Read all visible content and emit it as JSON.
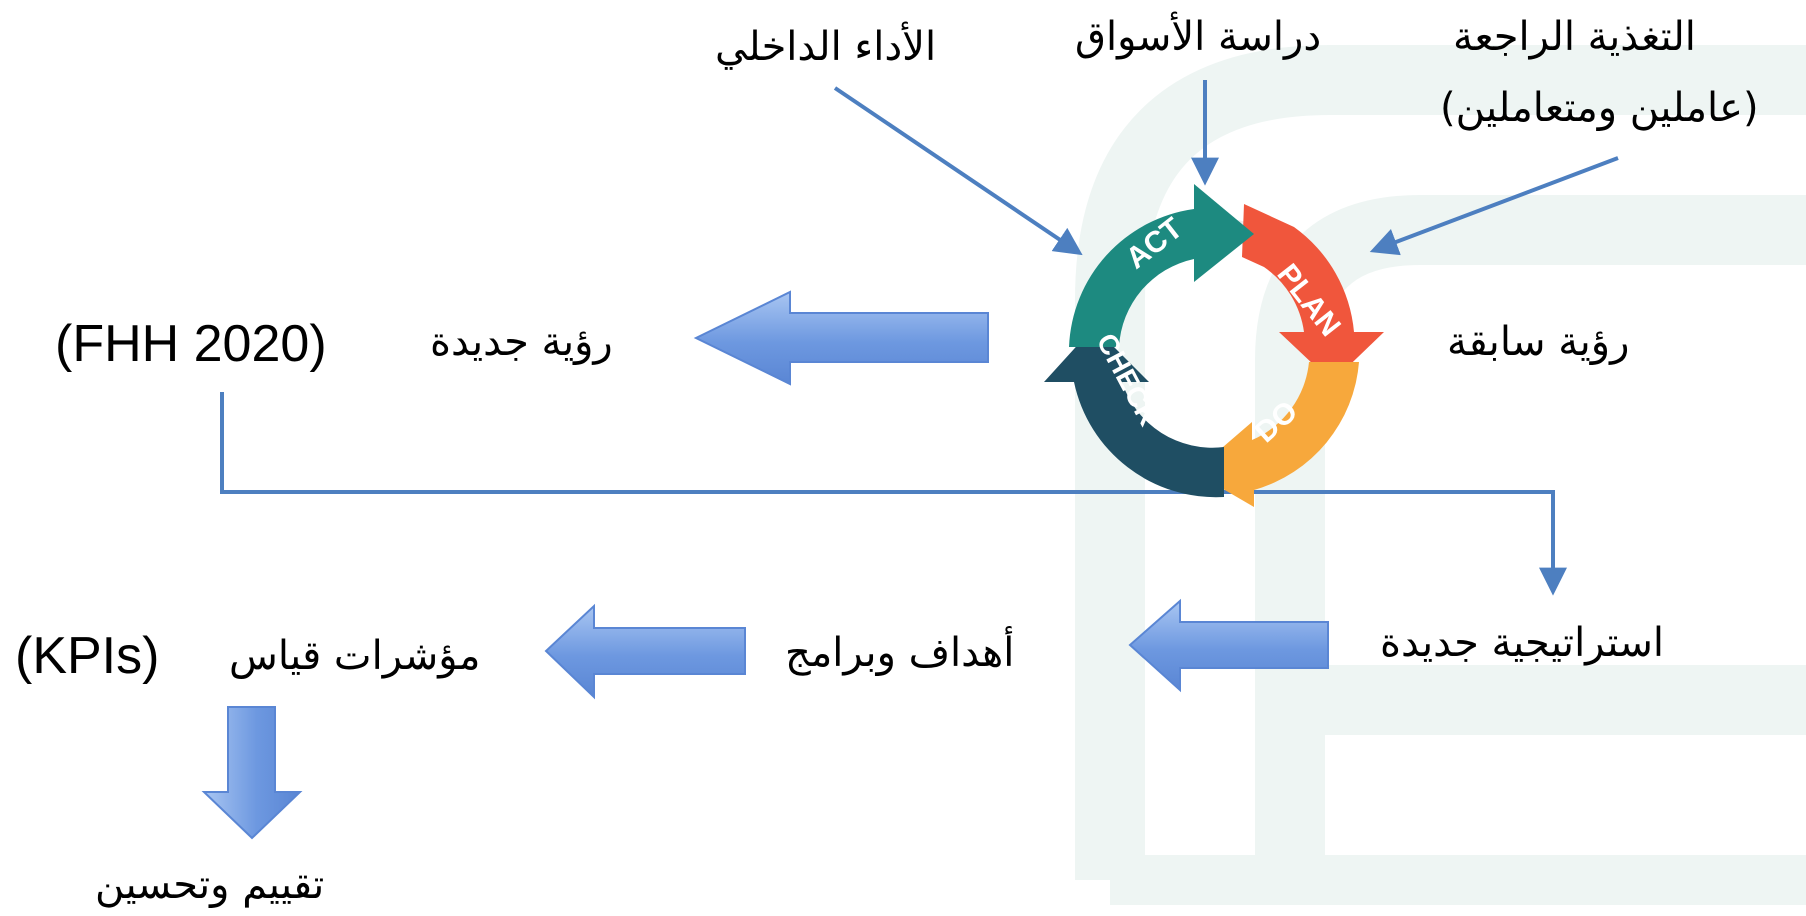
{
  "labels": {
    "feedback_line1": "التغذية الراجعة",
    "feedback_line2": "(عاملين ومتعاملين)",
    "market_study": "دراسة الأسواق",
    "internal_performance": "الأداء الداخلي",
    "previous_vision": "رؤية سابقة",
    "new_vision": "رؤية جديدة",
    "new_vision_code": "(FHH 2020)",
    "new_strategy": "استراتيجية جديدة",
    "goals_programs": "أهداف وبرامج",
    "kpis_ar": "مؤشرات قياس",
    "kpis_en": "(KPIs)",
    "evaluation": "تقييم وتحسين"
  },
  "cycle": {
    "act": "ACT",
    "plan": "PLAN",
    "do": "DO",
    "check": "CHECK"
  },
  "colors": {
    "act": "#1d8a80",
    "plan": "#f0563c",
    "do": "#f7a83c",
    "check": "#1f4e63",
    "arrow_fill": "#6f9be2",
    "line": "#4d7fc0",
    "watermark": "#eef5f3"
  }
}
